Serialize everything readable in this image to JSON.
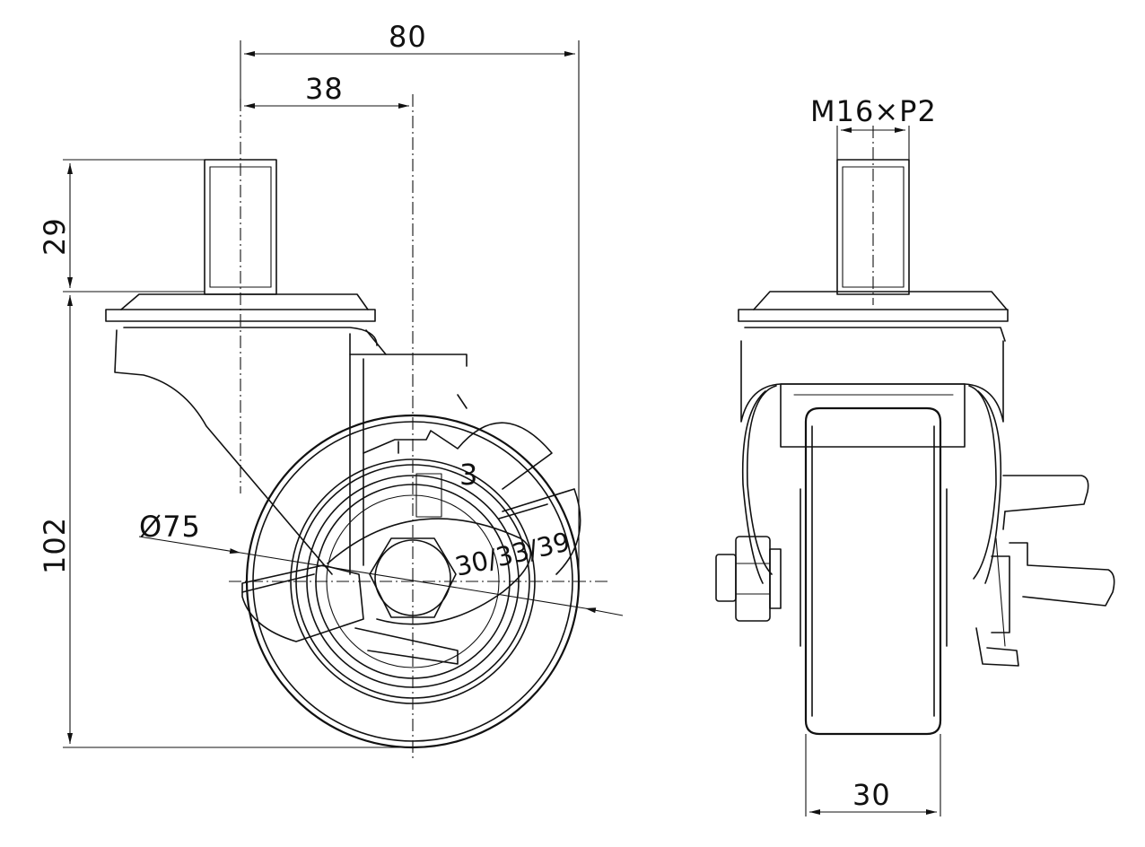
{
  "drawing": {
    "side_view": {
      "dim_overall_width": "80",
      "dim_center_offset": "38",
      "dim_stem_length": "29",
      "dim_total_height": "102",
      "dim_wheel_diameter": "Ø75",
      "dim_brake_options": "30/33/39",
      "brake_label": "3"
    },
    "front_view": {
      "dim_thread": "M16×P2",
      "dim_wheel_width": "30"
    }
  }
}
